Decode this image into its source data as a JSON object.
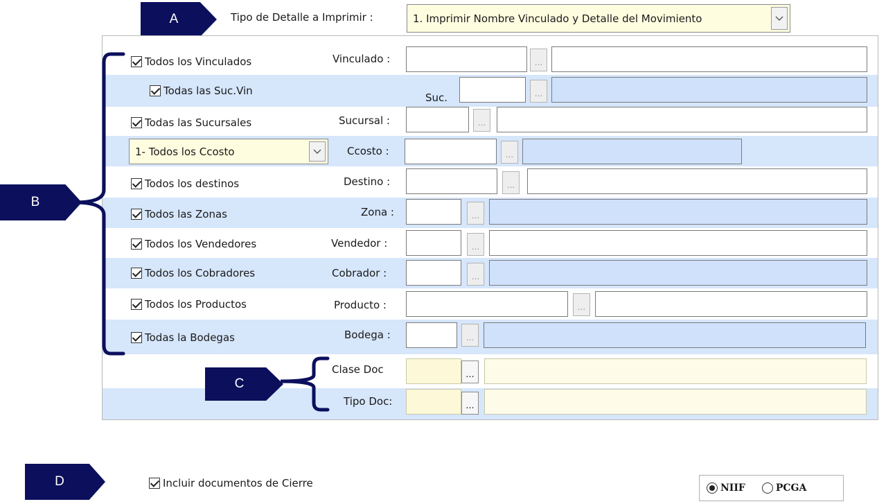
{
  "markers": {
    "a": "A",
    "b": "B",
    "c": "C",
    "d": "D"
  },
  "header": {
    "label": "Tipo de Detalle a  Imprimir :",
    "value": "1. Imprimir Nombre Vinculado y Detalle del Movimiento"
  },
  "rows": {
    "vinculados": {
      "check": "Todos los Vinculados",
      "label": "Vinculado :",
      "checked": true
    },
    "suc_vin": {
      "check": "Todas las Suc.Vin",
      "label": "Suc.",
      "checked": true
    },
    "sucursales": {
      "check": "Todas las Sucursales",
      "label": "Sucursal :",
      "checked": true
    },
    "ccosto": {
      "combo": "1- Todos los Ccosto",
      "label": "Ccosto :"
    },
    "destinos": {
      "check": "Todos los destinos",
      "label": "Destino :",
      "checked": true
    },
    "zonas": {
      "check": "Todos las Zonas",
      "label": "Zona :",
      "checked": true
    },
    "vendedores": {
      "check": "Todos los Vendedores",
      "label": "Vendedor :",
      "checked": true
    },
    "cobradores": {
      "check": "Todos los Cobradores",
      "label": "Cobrador :",
      "checked": true
    },
    "productos": {
      "check": "Todos los Productos",
      "label": "Producto :",
      "checked": true
    },
    "bodegas": {
      "check": "Todas la Bodegas",
      "label": "Bodega :",
      "checked": true
    },
    "clase_doc": {
      "label": "Clase Doc"
    },
    "tipo_doc": {
      "label": "Tipo Doc:"
    }
  },
  "lookup_button": "...",
  "footer": {
    "include_closing": "Incluir documentos de Cierre",
    "include_closing_checked": true,
    "standard": {
      "options": [
        "NIIF",
        "PCGA"
      ],
      "selected": "NIIF"
    }
  },
  "colors": {
    "marker": "#0b0f5c",
    "band": "#d6e6fb",
    "readonly_field": "#cfe1fb",
    "combo": "#fffde0"
  }
}
